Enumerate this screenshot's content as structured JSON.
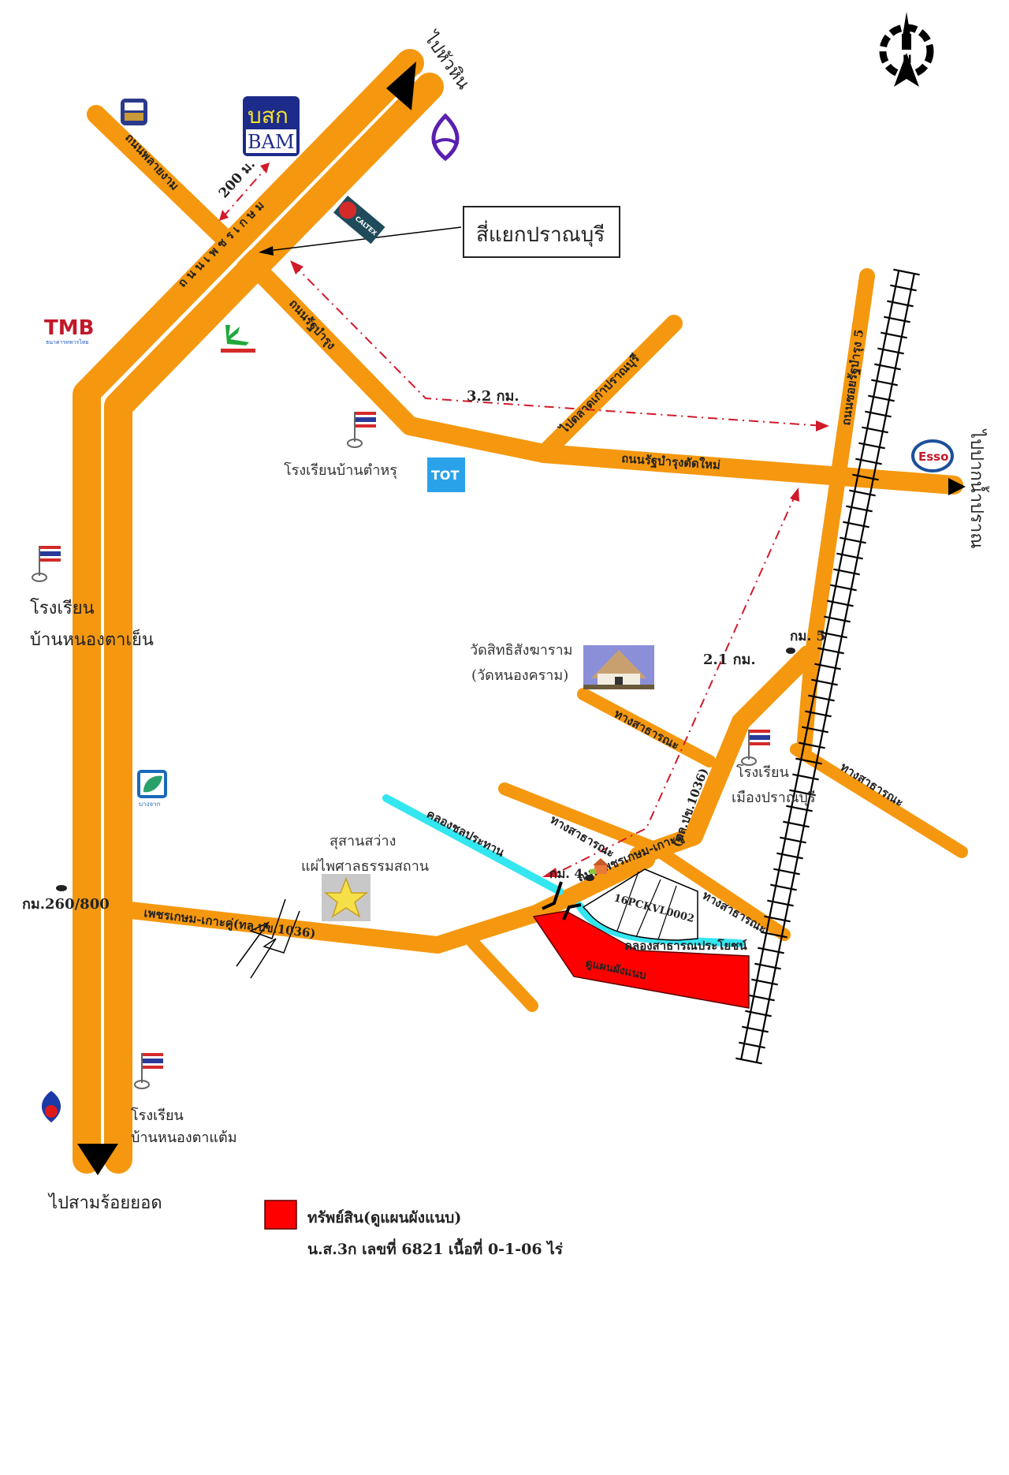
{
  "compass": {
    "label": "N"
  },
  "directions": {
    "to_hua_hin": "ไปหัวหิน",
    "to_sam_roi_yot": "ไปสามร้อยยอด",
    "to_pak_nam_pran": "ไปปากน้ำปราณ"
  },
  "callout": {
    "intersection": "สี่แยกปราณบุรี"
  },
  "roads": {
    "phetkasem": "ถนนเพชรเกษม",
    "lap_ngam": "ถนนพลายงาม",
    "rat_bamrung": "ถนนรัฐบำรุง",
    "rat_bamrung_new": "ถนนรัฐบำรุงตัดใหม่",
    "old_market": "ไปตลาดเก่าปราณบุรี",
    "soi_rat_bamrung_5": "ถนนซอยรัฐบำรุง 5",
    "public_way_1": "ทางสาธารณะ",
    "public_way_2": "ทางสาธารณะ",
    "public_way_3": "ทางสาธารณะ",
    "public_way_4": "ทางสาธารณะ",
    "phetkasem_kokhu": "เพชรเกษม-เกาะคู่(ทล.ปข.1036)",
    "phetkasem_kokhu_short": "ถนนเพชรเกษม-เกาะคู่",
    "route_1036": "(ทล.ปข.1036)",
    "canal_chonprathan": "คลองชลประทาน",
    "canal_public": "คลองสาธารณประโยชน์",
    "map_ref": "ดูแผนผังแนบ",
    "parcel_code": "16PCKVL0002"
  },
  "distances": {
    "d200": "200 ม.",
    "d32": "3.2 กม.",
    "d21": "2.1 กม."
  },
  "km_markers": {
    "km260": "กม.260/800",
    "km5": "กม. 5",
    "km4": "กม. 4"
  },
  "landmarks": {
    "bam_top": "บสก",
    "bam_bottom": "BAM",
    "tmb": "TMB",
    "tmb_sub": "ธนาคารทหารไทย",
    "caltex": "CALTEX",
    "tot": "TOT",
    "esso": "Esso",
    "bangchak": "บางจาก",
    "school_tamru": "โรงเรียนบ้านตำหรุ",
    "school_nongtayen_1": "โรงเรียน",
    "school_nongtayen_2": "บ้านหนองตาเย็น",
    "school_nongtataem_1": "โรงเรียน",
    "school_nongtataem_2": "บ้านหนองตาแต้ม",
    "school_muang_1": "โรงเรียน",
    "school_muang_2": "เมืองปราณบุรี",
    "temple_1": "วัดสิทธิสังฆาราม",
    "temple_2": "(วัดหนองคราม)",
    "cemetery_1": "สุสานสว่าง",
    "cemetery_2": "แผ่ไพศาลธรรมสถาน"
  },
  "legend": {
    "line1": "ทรัพย์สิน(ดูแผนผังแนบ)",
    "line2": "น.ส.3ก เลขที่ 6821  เนื้อที่ 0-1-06 ไร่",
    "color": "#ff0000"
  },
  "colors": {
    "road": "#f5980f",
    "canal": "#33e6f0",
    "property": "#ff0000",
    "distance": "#d11a2a"
  }
}
